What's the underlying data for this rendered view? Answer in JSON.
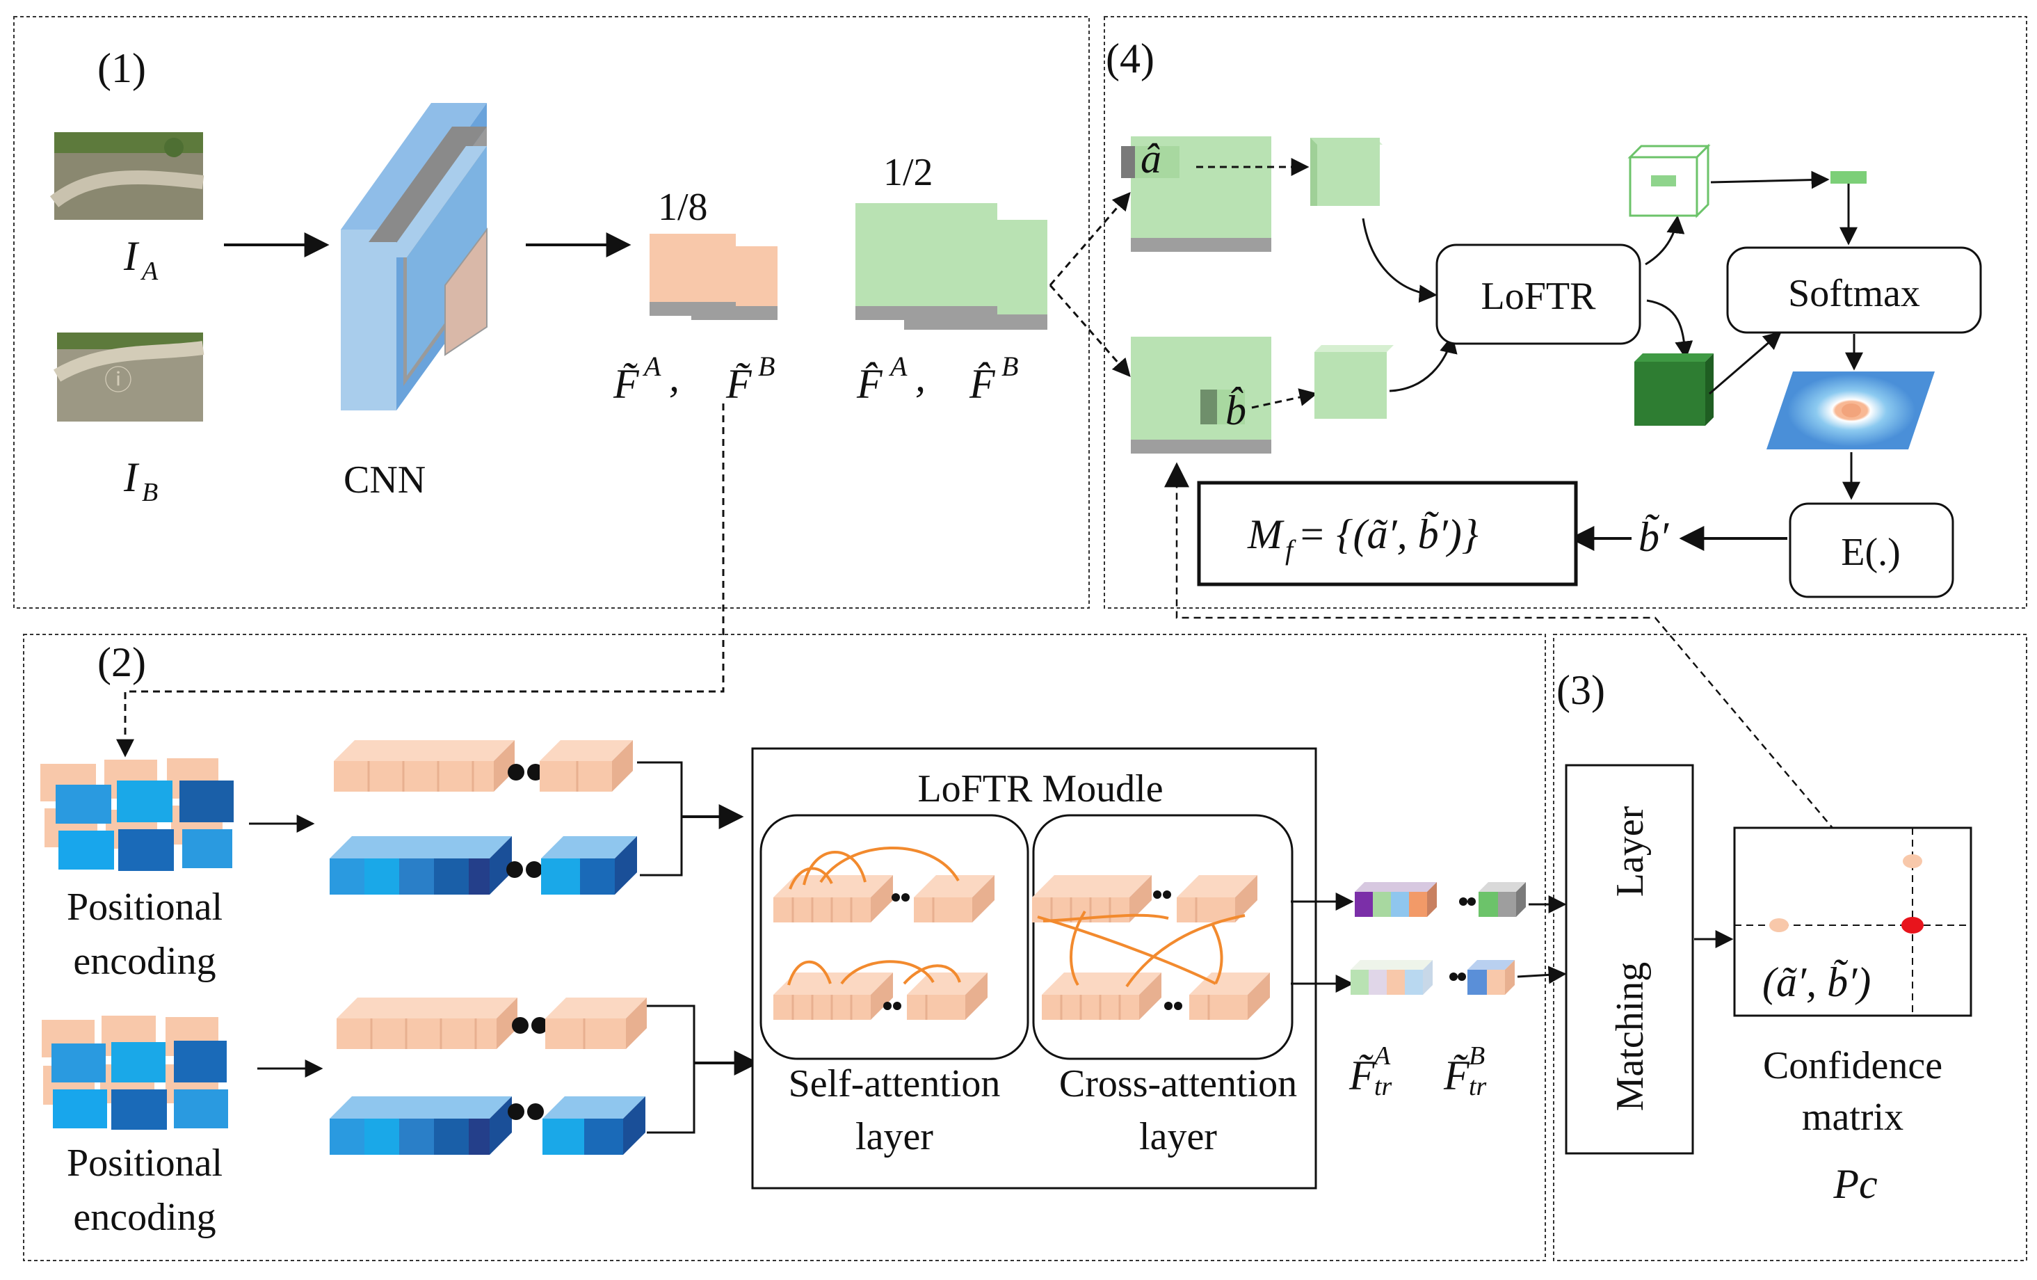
{
  "panels": {
    "p1": "(1)",
    "p2": "(2)",
    "p3": "(3)",
    "p4": "(4)"
  },
  "panel1": {
    "img_a_label": "I",
    "img_a_sub": "A",
    "img_b_label": "I",
    "img_b_sub": "B",
    "cnn_label": "CNN",
    "scale_coarse": "1/8",
    "scale_fine": "1/2",
    "coarse_a": "F̃",
    "coarse_a_sup": "A",
    "coarse_b": "F̃",
    "coarse_b_sup": "B",
    "fine_a": "F̂",
    "fine_a_sup": "A",
    "fine_b": "F̂",
    "fine_b_sup": "B",
    "comma": ","
  },
  "panel2": {
    "pos_enc_1_line1": "Positional",
    "pos_enc_1_line2": "encoding",
    "pos_enc_2_line1": "Positional",
    "pos_enc_2_line2": "encoding",
    "module_title": "LoFTR Moudle",
    "self_attn_line1": "Self-attention",
    "self_attn_line2": "layer",
    "cross_attn_line1": "Cross-attention",
    "cross_attn_line2": "layer",
    "out_a": "F̃",
    "out_a_sup": "A",
    "out_a_sub": "tr",
    "out_b": "F̃",
    "out_b_sup": "B",
    "out_b_sub": "tr"
  },
  "panel3": {
    "matching_word1": "Matching",
    "matching_word2": "Layer",
    "match_point": "(ã′, b̃′)",
    "conf_line1": "Confidence",
    "conf_line2": "matrix",
    "conf_symbol": "Pc"
  },
  "panel4": {
    "a_hat": "â",
    "b_hat": "b̂",
    "loftr": "LoFTR",
    "softmax": "Softmax",
    "expectation": "E(.)",
    "b_prime": "b̃′",
    "result": "M",
    "result_sub": "f",
    "result_rest": " = {(ã′, b̃′)}"
  },
  "colors": {
    "peach": "#f8c8aa",
    "green_light": "#b9e2b3",
    "green_dark": "#2e7d32",
    "blue_light": "#a9cdec",
    "blue_mid": "#1a8fd8",
    "blue_dark": "#1a5fa8",
    "gray_bar": "#9e9e9e",
    "orange_arc": "#f28a2e",
    "red_point": "#e8141c"
  }
}
